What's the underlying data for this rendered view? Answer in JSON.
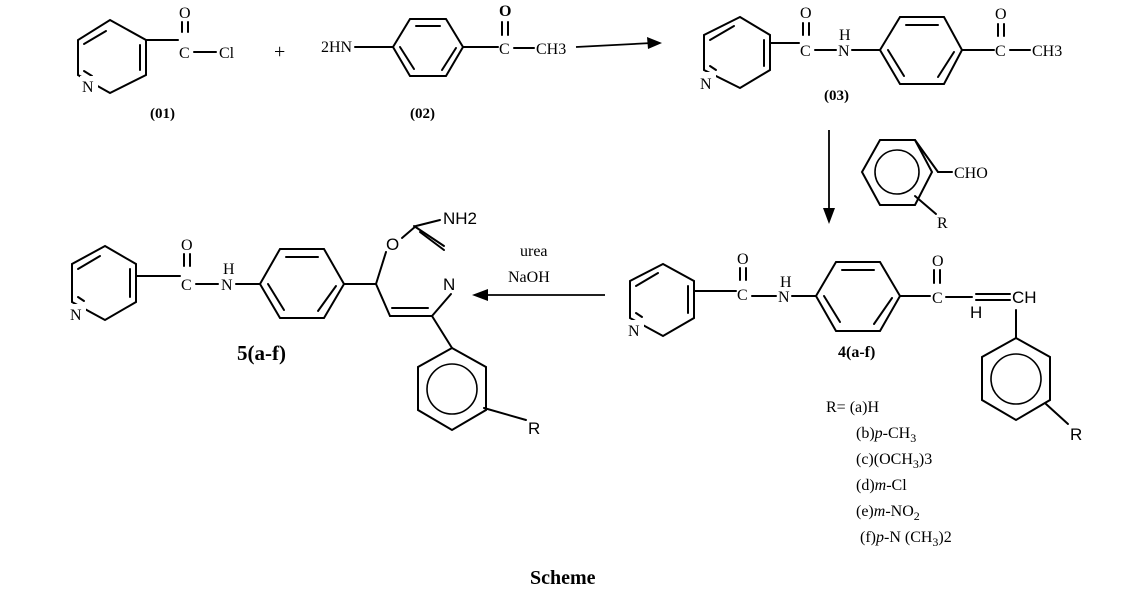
{
  "compounds": {
    "c01": {
      "label": "(01)",
      "N": "N",
      "O": "O",
      "C": "C",
      "Cl": "Cl"
    },
    "c02": {
      "label": "(02)",
      "amine": "2HN",
      "O": "O",
      "C": "C",
      "methyl": "CH3"
    },
    "c03": {
      "label": "(03)",
      "N": "N",
      "O": "O",
      "C": "C",
      "H": "H",
      "N_amide": "N",
      "O2": "O",
      "C2": "C",
      "methyl": "CH3"
    },
    "aldehyde": {
      "cho": "CHO",
      "R": "R"
    },
    "c4": {
      "label": "4(a-f)",
      "N": "N",
      "O": "O",
      "C": "C",
      "H": "H",
      "N_amide": "N",
      "O2": "O",
      "C2": "C",
      "H_vinyl": "H",
      "CH": "CH",
      "R": "R"
    },
    "c5": {
      "label": "5(a-f)",
      "N": "N",
      "O": "O",
      "C": "C",
      "H": "H",
      "N_amide": "N",
      "O_ring": "O",
      "N_ring": "N",
      "amine": "NH2",
      "R": "R"
    }
  },
  "reaction": {
    "plus": "+",
    "reagent1": "urea",
    "reagent2": "NaOH"
  },
  "substituents": {
    "intro": "R= (a)H",
    "items": [
      {
        "pre": "(b)",
        "it": "p",
        "post": "-CH",
        "sub": "3",
        "tail": ""
      },
      {
        "pre": "(c)(OCH",
        "it": "",
        "post": "",
        "sub": "3",
        "tail": ")3"
      },
      {
        "pre": "(d)",
        "it": "m",
        "post": "-Cl",
        "sub": "",
        "tail": ""
      },
      {
        "pre": "(e)",
        "it": "m",
        "post": "-NO",
        "sub": "2",
        "tail": ""
      },
      {
        "pre": "(f)",
        "it": "p",
        "post": "-N (CH",
        "sub": "3",
        "tail": ")2"
      }
    ]
  },
  "caption": "Scheme"
}
